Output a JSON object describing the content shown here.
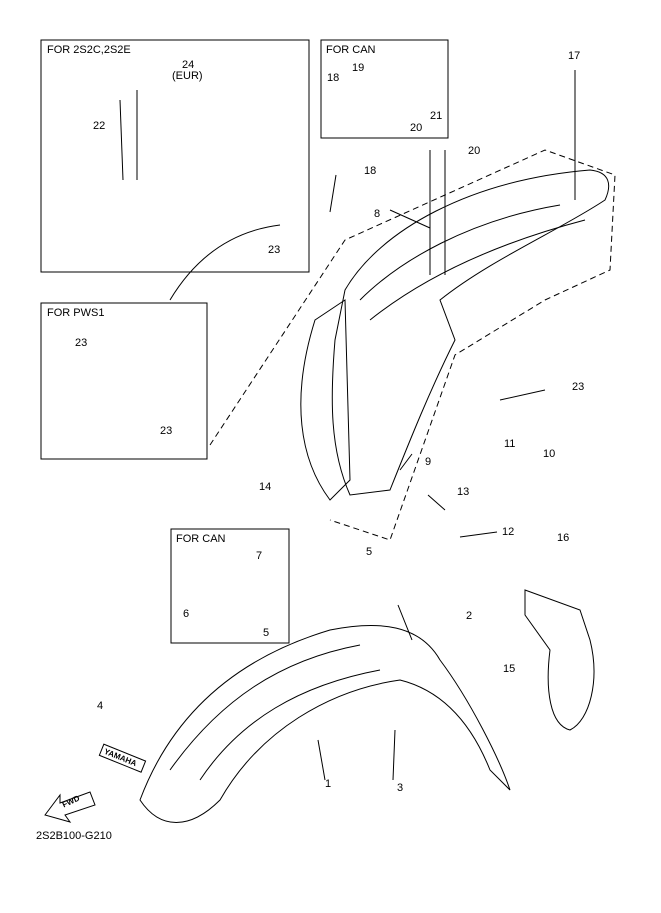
{
  "diagram": {
    "code": "2S2B100-G210",
    "fwd_label": "FWD",
    "brand_decal": "YAMAHA",
    "insets": [
      {
        "title": "FOR 2S2C,2S2E"
      },
      {
        "title": "FOR CAN"
      },
      {
        "title": "FOR PWS1"
      },
      {
        "title": "FOR CAN"
      }
    ],
    "callouts": [
      {
        "id": "1",
        "label": "1"
      },
      {
        "id": "2",
        "label": "2"
      },
      {
        "id": "3",
        "label": "3"
      },
      {
        "id": "4",
        "label": "4"
      },
      {
        "id": "5a",
        "label": "5"
      },
      {
        "id": "5b",
        "label": "5"
      },
      {
        "id": "6",
        "label": "6"
      },
      {
        "id": "7",
        "label": "7"
      },
      {
        "id": "8",
        "label": "8"
      },
      {
        "id": "9",
        "label": "9"
      },
      {
        "id": "10",
        "label": "10"
      },
      {
        "id": "11",
        "label": "11"
      },
      {
        "id": "12",
        "label": "12"
      },
      {
        "id": "13",
        "label": "13"
      },
      {
        "id": "14",
        "label": "14"
      },
      {
        "id": "15",
        "label": "15"
      },
      {
        "id": "16",
        "label": "16"
      },
      {
        "id": "17",
        "label": "17"
      },
      {
        "id": "18a",
        "label": "18"
      },
      {
        "id": "18b",
        "label": "18"
      },
      {
        "id": "19",
        "label": "19"
      },
      {
        "id": "20a",
        "label": "20"
      },
      {
        "id": "20b",
        "label": "20"
      },
      {
        "id": "21",
        "label": "21"
      },
      {
        "id": "22",
        "label": "22"
      },
      {
        "id": "23a",
        "label": "23"
      },
      {
        "id": "23b",
        "label": "23"
      },
      {
        "id": "23c",
        "label": "23"
      },
      {
        "id": "23d",
        "label": "23"
      },
      {
        "id": "24",
        "label": "24"
      },
      {
        "id": "24note",
        "label": "(EUR)"
      }
    ]
  }
}
